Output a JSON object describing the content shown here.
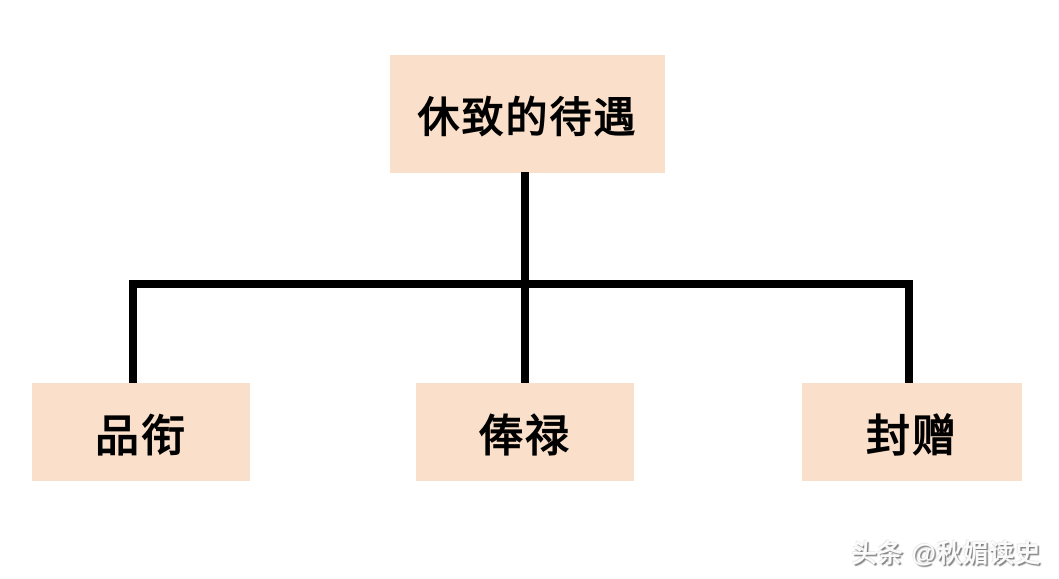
{
  "diagram": {
    "type": "tree",
    "root": {
      "id": "root",
      "label": "休致的待遇"
    },
    "children": [
      {
        "id": "child-1",
        "label": "品衔"
      },
      {
        "id": "child-2",
        "label": "俸禄"
      },
      {
        "id": "child-3",
        "label": "封赠"
      }
    ],
    "edges": [
      {
        "from": "root",
        "to": "child-1"
      },
      {
        "from": "root",
        "to": "child-2"
      },
      {
        "from": "root",
        "to": "child-3"
      }
    ],
    "colors": {
      "box_fill": "#FAE0CA",
      "box_text": "#000000",
      "connector": "#000000",
      "background": "#FFFFFF"
    }
  },
  "watermark": {
    "text": "头条 @秋媚读史"
  }
}
